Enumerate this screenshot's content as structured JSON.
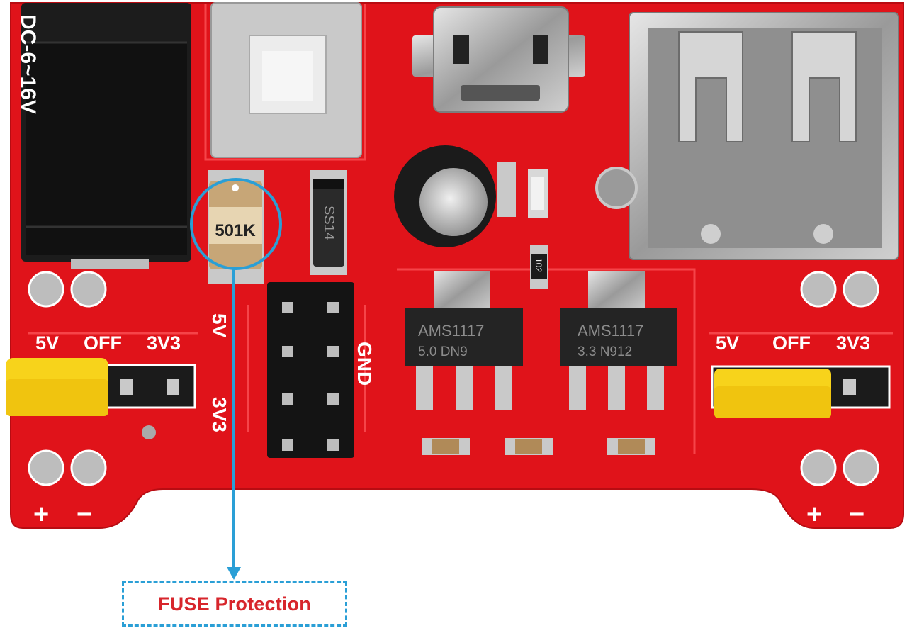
{
  "board": {
    "dc_jack_label": "DC-6~16V",
    "fuse_code": "501K",
    "diode_code": "SS14",
    "resistor_code": "102",
    "left_selector": {
      "opt_5v": "5V",
      "opt_off": "OFF",
      "opt_3v3": "3V3"
    },
    "right_selector": {
      "opt_5v": "5V",
      "opt_off": "OFF",
      "opt_3v3": "3V3"
    },
    "header_labels": {
      "v5": "5V",
      "v3": "3V3",
      "gnd": "GND"
    },
    "reg_5v": {
      "line1": "AMS1117",
      "line2": "5.0 DN9"
    },
    "reg_3v3": {
      "line1": "AMS1117",
      "line2": "3.3   N912"
    },
    "left_polarity": {
      "plus": "+",
      "minus": "−"
    },
    "right_polarity": {
      "plus": "+",
      "minus": "−"
    }
  },
  "callout": {
    "label": "FUSE Protection"
  },
  "colors": {
    "pcb_red": "#e0131a",
    "callout_blue": "#2a9fd6",
    "callout_text_red": "#d7262c",
    "jumper_yellow": "#f7d31b"
  }
}
